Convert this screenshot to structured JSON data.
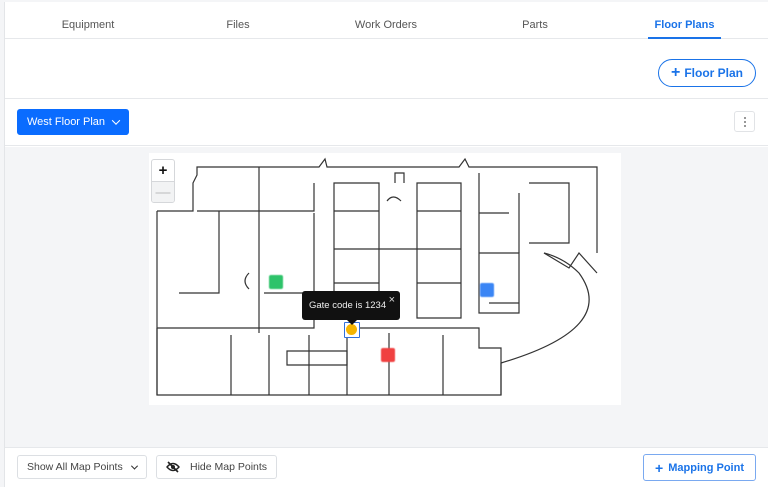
{
  "tabs": [
    {
      "label": "Equipment",
      "active": false
    },
    {
      "label": "Files",
      "active": false
    },
    {
      "label": "Work Orders",
      "active": false
    },
    {
      "label": "Parts",
      "active": false
    },
    {
      "label": "Floor Plans",
      "active": true
    }
  ],
  "header": {
    "add_floor_plan_label": "Floor Plan",
    "add_icon": "plus-icon"
  },
  "toolbar": {
    "selected_floor_plan": "West Floor Plan",
    "dropdown_icon": "chevron-down-icon",
    "more_icon": "kebab-menu-icon"
  },
  "map": {
    "zoom_in": "+",
    "zoom_out": "—",
    "tooltip_text": "Gate code is 1234",
    "tooltip_close": "×",
    "markers": [
      {
        "color": "#2ec36a",
        "label": "green"
      },
      {
        "color": "#3b86f5",
        "label": "blue"
      },
      {
        "color": "#f04141",
        "label": "red"
      },
      {
        "color": "#f5b400",
        "label": "yellow",
        "selected": true
      }
    ]
  },
  "footer": {
    "show_select_value": "Show All Map Points",
    "hide_label": "Hide Map Points",
    "hide_icon": "eye-slash-icon",
    "mapping_point_label": "Mapping Point"
  },
  "colors": {
    "accent": "#1a73e8",
    "primary_button": "#0a6cff",
    "map_background": "#f4f5f7"
  }
}
